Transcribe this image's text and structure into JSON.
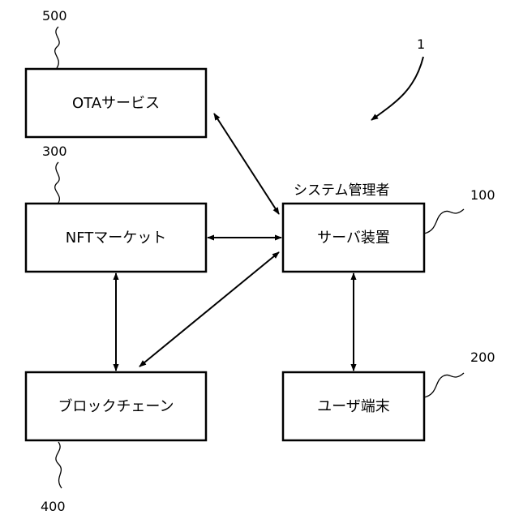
{
  "diagram": {
    "figure_ref": "1",
    "system_admin_label": "システム管理者",
    "boxes": {
      "ota": {
        "label": "OTAサービス",
        "ref": "500"
      },
      "nft": {
        "label": "NFTマーケット",
        "ref": "300"
      },
      "server": {
        "label": "サーバ装置",
        "ref": "100"
      },
      "blockchain": {
        "label": "ブロックチェーン",
        "ref": "400"
      },
      "user_terminal": {
        "label": "ユーザ端末",
        "ref": "200"
      }
    },
    "connections": [
      {
        "from": "ota",
        "to": "server",
        "direction": "bidirectional"
      },
      {
        "from": "nft",
        "to": "server",
        "direction": "bidirectional"
      },
      {
        "from": "blockchain",
        "to": "server",
        "direction": "bidirectional"
      },
      {
        "from": "nft",
        "to": "blockchain",
        "direction": "bidirectional"
      },
      {
        "from": "server",
        "to": "user_terminal",
        "direction": "bidirectional"
      }
    ]
  }
}
